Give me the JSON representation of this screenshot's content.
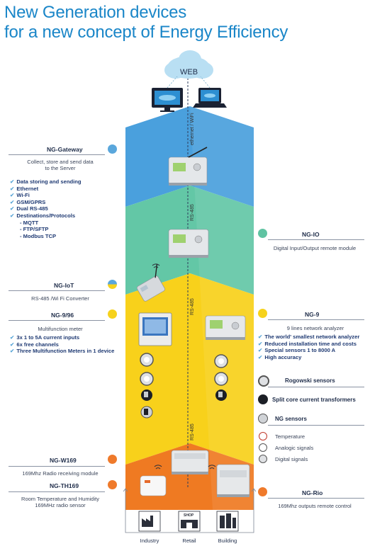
{
  "title": {
    "line1": "New Generation devices",
    "line2": "for a new concept of Energy Efficiency"
  },
  "cloud": {
    "label": "WEB"
  },
  "links": {
    "ethernet_wifi": "ethernet / WiFi",
    "rs485_a": "RS-485",
    "rs485_b": "RS-485",
    "rs485_c": "RS-485"
  },
  "devices": {
    "ng_gateway": {
      "name": "NG-Gateway",
      "description_line1": "Collect, store and send data",
      "description_line2": "to the Server",
      "features": [
        "Data storing and sending",
        "Ethernet",
        "Wi-Fi",
        "GSM/GPRS",
        "Dual RS-485",
        "Destinations/Protocols"
      ],
      "protocols": [
        "- MQTT",
        "- FTP/SFTP",
        "- Modbus TCP"
      ],
      "dot_color": "#5aa7dc"
    },
    "ng_io": {
      "name": "NG-IO",
      "description": "Digital Input/Output remote module",
      "dot_color": "#5fc3a2"
    },
    "ng_iot": {
      "name": "NG-IoT",
      "description": "RS-485 /Wi Fi Converter"
    },
    "ng_9_96": {
      "name": "NG-9/96",
      "description": "Multifunction meter",
      "features": [
        "3x 1 to 5A current inputs",
        "6x free channels",
        "Three Multifunction Meters in 1 device"
      ],
      "dot_color": "#f6d21c"
    },
    "ng_9": {
      "name": "NG-9",
      "description": "9 lines network analyzer",
      "features": [
        "The world' smallest network analyzer",
        "Reduced installation time and costs",
        "Special sensors 1 to 8000 A",
        "High accuracy"
      ],
      "dot_color": "#f6d21c"
    },
    "ng_w169": {
      "name": "NG-W169",
      "description": "169Mhz Radio receiving module",
      "dot_color": "#ef7a2b"
    },
    "ng_th169": {
      "name": "NG-TH169",
      "description_line1": "Room Temperature and Humidity",
      "description_line2": "169MHz radio sensor",
      "dot_color": "#ef7a2b"
    },
    "ng_rio": {
      "name": "NG-Rio",
      "description": "169Mhz outputs remote control",
      "dot_color": "#ef7a2b"
    }
  },
  "sensors": {
    "rogowski": "Rogowski sensors",
    "split_core": "Split core current transformers",
    "ng_sensors": "NG sensors",
    "types": [
      "Temperature",
      "Analogic signals",
      "Digital signals"
    ]
  },
  "buildings": {
    "industry": "Industry",
    "retail": "Retail",
    "retail_sign": "SHOP",
    "building": "Building"
  },
  "colors": {
    "title": "#1a86c8",
    "band_blue": "#4aa0dd",
    "band_teal": "#63c7a6",
    "band_yellow": "#f8d11b",
    "band_orange": "#ef7a22"
  }
}
